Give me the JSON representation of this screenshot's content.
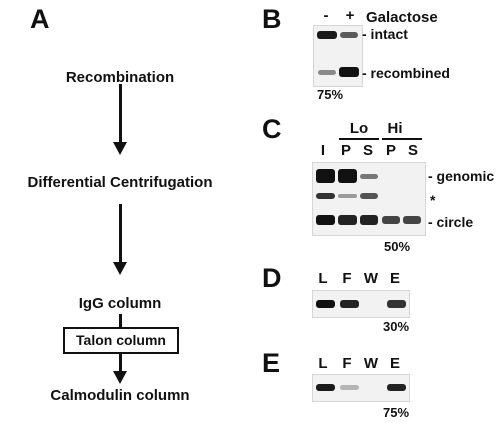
{
  "panel_a": {
    "letter": "A",
    "steps": [
      "Recombination",
      "Differential Centrifugation",
      "IgG column",
      "Calmodulin column"
    ],
    "talon_box": "Talon column"
  },
  "panel_b": {
    "letter": "B",
    "lanes": [
      "-",
      "+"
    ],
    "header": "Galactose",
    "band_labels": [
      "- intact",
      "- recombined"
    ],
    "percent": "75%"
  },
  "panel_c": {
    "letter": "C",
    "groups": [
      "Lo",
      "Hi"
    ],
    "lanes": [
      "I",
      "P",
      "S",
      "P",
      "S"
    ],
    "band_labels": [
      "- genomic",
      "*",
      "- circle"
    ],
    "percent": "50%"
  },
  "panel_d": {
    "letter": "D",
    "lanes": [
      "L",
      "F",
      "W",
      "E"
    ],
    "percent": "30%"
  },
  "panel_e": {
    "letter": "E",
    "lanes": [
      "L",
      "F",
      "W",
      "E"
    ],
    "percent": "75%"
  }
}
